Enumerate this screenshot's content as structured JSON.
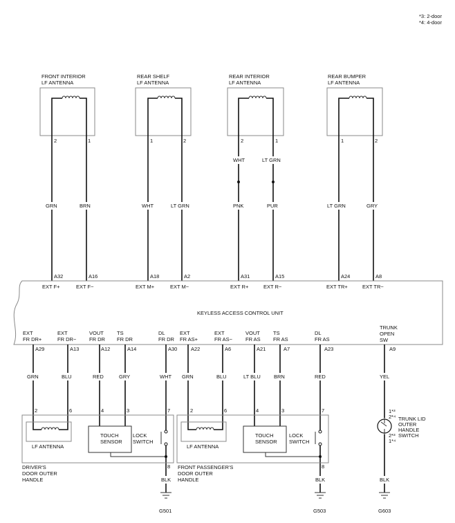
{
  "notes": [
    "*3: 2-door",
    "*4: 4-door"
  ],
  "control_unit": {
    "label": "KEYLESS ACCESS CONTROL UNIT",
    "top_terminals": [
      {
        "pin": "A32",
        "name": "EXT F+"
      },
      {
        "pin": "A16",
        "name": "EXT F−"
      },
      {
        "pin": "A18",
        "name": "EXT M+"
      },
      {
        "pin": "A2",
        "name": "EXT M−"
      },
      {
        "pin": "A31",
        "name": "EXT R+"
      },
      {
        "pin": "A15",
        "name": "EXT R−"
      },
      {
        "pin": "A24",
        "name": "EXT TR+"
      },
      {
        "pin": "A8",
        "name": "EXT TR−"
      }
    ],
    "bottom_terminals": [
      {
        "pin": "A29",
        "name1": "EXT",
        "name2": "FR DR+"
      },
      {
        "pin": "A13",
        "name1": "EXT",
        "name2": "FR DR−"
      },
      {
        "pin": "A12",
        "name1": "VOUT",
        "name2": "FR DR"
      },
      {
        "pin": "A14",
        "name1": "TS",
        "name2": "FR DR"
      },
      {
        "pin": "A30",
        "name1": "DL",
        "name2": "FR DR"
      },
      {
        "pin": "A22",
        "name1": "EXT",
        "name2": "FR AS+"
      },
      {
        "pin": "A6",
        "name1": "EXT",
        "name2": "FR AS−"
      },
      {
        "pin": "A21",
        "name1": "VOUT",
        "name2": "FR AS"
      },
      {
        "pin": "A7",
        "name1": "TS",
        "name2": "FR AS"
      },
      {
        "pin": "A23",
        "name1": "DL",
        "name2": "FR AS"
      },
      {
        "pin": "A9",
        "name1": "TRUNK",
        "name2": "OPEN",
        "name3": "SW"
      }
    ]
  },
  "antennas": [
    {
      "line1": "FRONT INTERIOR",
      "line2": "LF ANTENNA",
      "pins": [
        "2",
        "1"
      ],
      "wires": [
        "GRN",
        "BRN"
      ]
    },
    {
      "line1": "REAR SHELF",
      "line2": "LF ANTENNA",
      "pins": [
        "1",
        "2"
      ],
      "wires": [
        "WHT",
        "LT GRN"
      ]
    },
    {
      "line1": "REAR INTERIOR",
      "line2": "LF ANTENNA",
      "pins": [
        "2",
        "1"
      ],
      "top_wires": [
        "WHT",
        "LT GRN"
      ],
      "wires": [
        "PNK",
        "PUR"
      ]
    },
    {
      "line1": "REAR BUMPER",
      "line2": "LF ANTENNA",
      "pins": [
        "1",
        "2"
      ],
      "wires": [
        "LT GRN",
        "GRY"
      ]
    }
  ],
  "bottom_wires": [
    "GRN",
    "BLU",
    "RED",
    "GRY",
    "WHT",
    "GRN",
    "BLU",
    "LT BLU",
    "BRN",
    "RED",
    "YEL"
  ],
  "handles": [
    {
      "title": [
        "DRIVER'S",
        "DOOR OUTER",
        "HANDLE"
      ],
      "antenna": "LF ANTENNA",
      "sensor": [
        "TOUCH",
        "SENSOR"
      ],
      "switch": [
        "LOCK",
        "SWITCH"
      ],
      "pins": [
        "2",
        "6",
        "4",
        "3",
        "7",
        "8"
      ],
      "ground_wire": "BLK",
      "ground": "G501"
    },
    {
      "title": [
        "FRONT PASSENGER'S",
        "DOOR OUTER",
        "HANDLE"
      ],
      "antenna": "LF ANTENNA",
      "sensor": [
        "TOUCH",
        "SENSOR"
      ],
      "switch": [
        "LOCK",
        "SWITCH"
      ],
      "pins": [
        "2",
        "6",
        "4",
        "3",
        "7",
        "8"
      ],
      "ground_wire": "BLK",
      "ground": "G503"
    }
  ],
  "trunk": {
    "label": [
      "TRUNK LID",
      "OUTER",
      "HANDLE",
      "SWITCH"
    ],
    "pin_top": [
      "1*³",
      "2*⁴"
    ],
    "pin_bottom": [
      "2*³",
      "1*⁴"
    ],
    "ground_wire": "BLK",
    "ground": "G603"
  }
}
